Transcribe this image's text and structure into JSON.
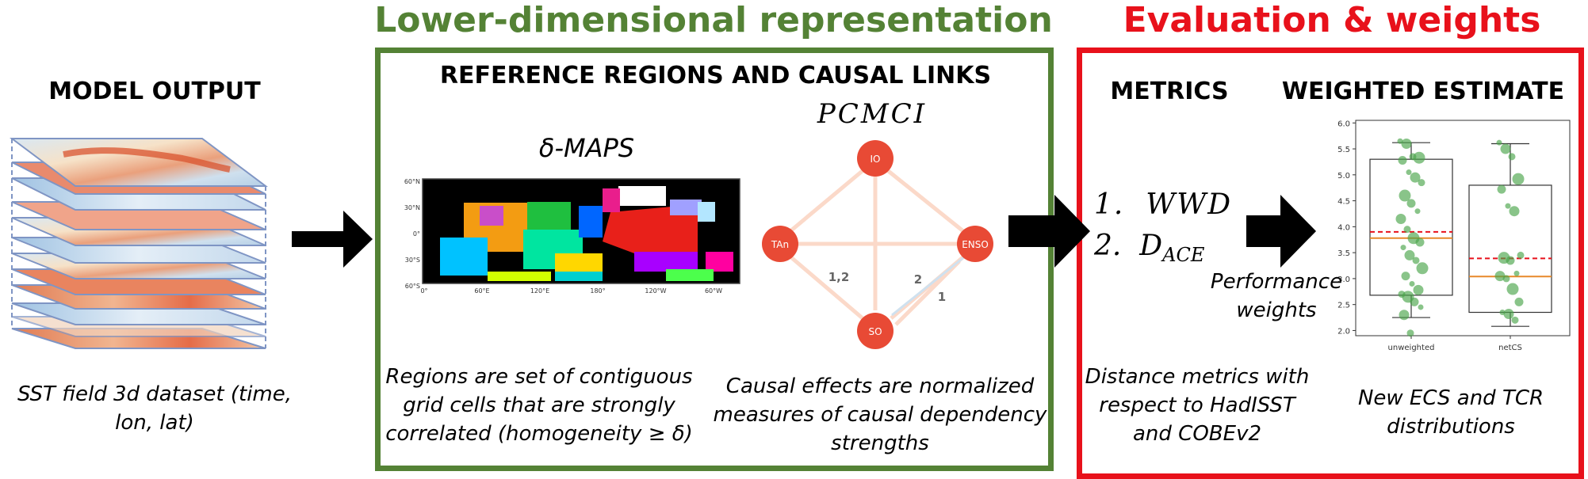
{
  "titles": {
    "lower_dimensional": "Lower-dimensional representation",
    "evaluation": "Evaluation & weights"
  },
  "headings": {
    "model_output": "MODEL OUTPUT",
    "reference_regions": "REFERENCE REGIONS AND CAUSAL LINKS",
    "metrics": "METRICS",
    "weighted_estimate": "WEIGHTED ESTIMATE"
  },
  "labels": {
    "dmaps": "δ-MAPS",
    "pcmci": "PCMCI",
    "performance_weights": "Performance weights"
  },
  "metrics_list": [
    {
      "num": "1.",
      "name": "WWD",
      "sub": ""
    },
    {
      "num": "2.",
      "name": "D",
      "sub": "ACE"
    }
  ],
  "captions": {
    "model_output": "SST field 3d dataset (time, lon, lat)",
    "regions": "Regions are set of contiguous grid cells that are strongly correlated (homogeneity ≥ δ)",
    "causal": "Causal effects are normalized measures of causal dependency strengths",
    "distance": "Distance metrics with respect to HadISST and COBEv2",
    "ecs": "New ECS and TCR distributions"
  },
  "map": {
    "lat_ticks": [
      "60°N",
      "30°N",
      "0°",
      "30°S",
      "60°S"
    ],
    "lon_ticks": [
      "0°",
      "60°E",
      "120°E",
      "180°",
      "120°W",
      "60°W"
    ]
  },
  "graph": {
    "nodes": [
      "IO",
      "TAn",
      "ENSO",
      "SO"
    ],
    "edge_labels": [
      "1,2",
      "2",
      "1"
    ]
  },
  "colors": {
    "green": "#548235",
    "red": "#e8111b",
    "node": "#e84a35",
    "box_line": "#e8892a",
    "mean_line": "#e8111b",
    "dots": "#4aa44a"
  },
  "chart_data": {
    "type": "box",
    "categories": [
      "unweighted",
      "netCS"
    ],
    "ylim": [
      1.9,
      6.05
    ],
    "y_ticks": [
      "2.0",
      "2.5",
      "3.0",
      "3.5",
      "4.0",
      "4.5",
      "5.0",
      "5.5",
      "6.0"
    ],
    "series": [
      {
        "category": "unweighted",
        "q1": 2.68,
        "median": 3.78,
        "q3": 5.3,
        "whisker_low": 2.25,
        "whisker_high": 5.62,
        "mean": 3.9,
        "points": [
          5.65,
          5.6,
          5.35,
          5.33,
          5.28,
          5.05,
          4.95,
          4.85,
          4.6,
          4.45,
          4.3,
          4.15,
          3.95,
          3.78,
          3.7,
          3.6,
          3.45,
          3.35,
          3.2,
          3.05,
          2.9,
          2.78,
          2.7,
          2.65,
          2.55,
          2.45,
          2.3,
          1.95
        ]
      },
      {
        "category": "netCS",
        "q1": 2.35,
        "median": 3.04,
        "q3": 4.8,
        "whisker_low": 2.08,
        "whisker_high": 5.6,
        "mean": 3.39,
        "points": [
          5.62,
          5.5,
          5.35,
          4.92,
          4.72,
          4.4,
          4.3,
          3.45,
          3.4,
          3.35,
          3.1,
          3.05,
          3.0,
          2.8,
          2.55,
          2.35,
          2.32,
          2.2
        ]
      }
    ]
  }
}
